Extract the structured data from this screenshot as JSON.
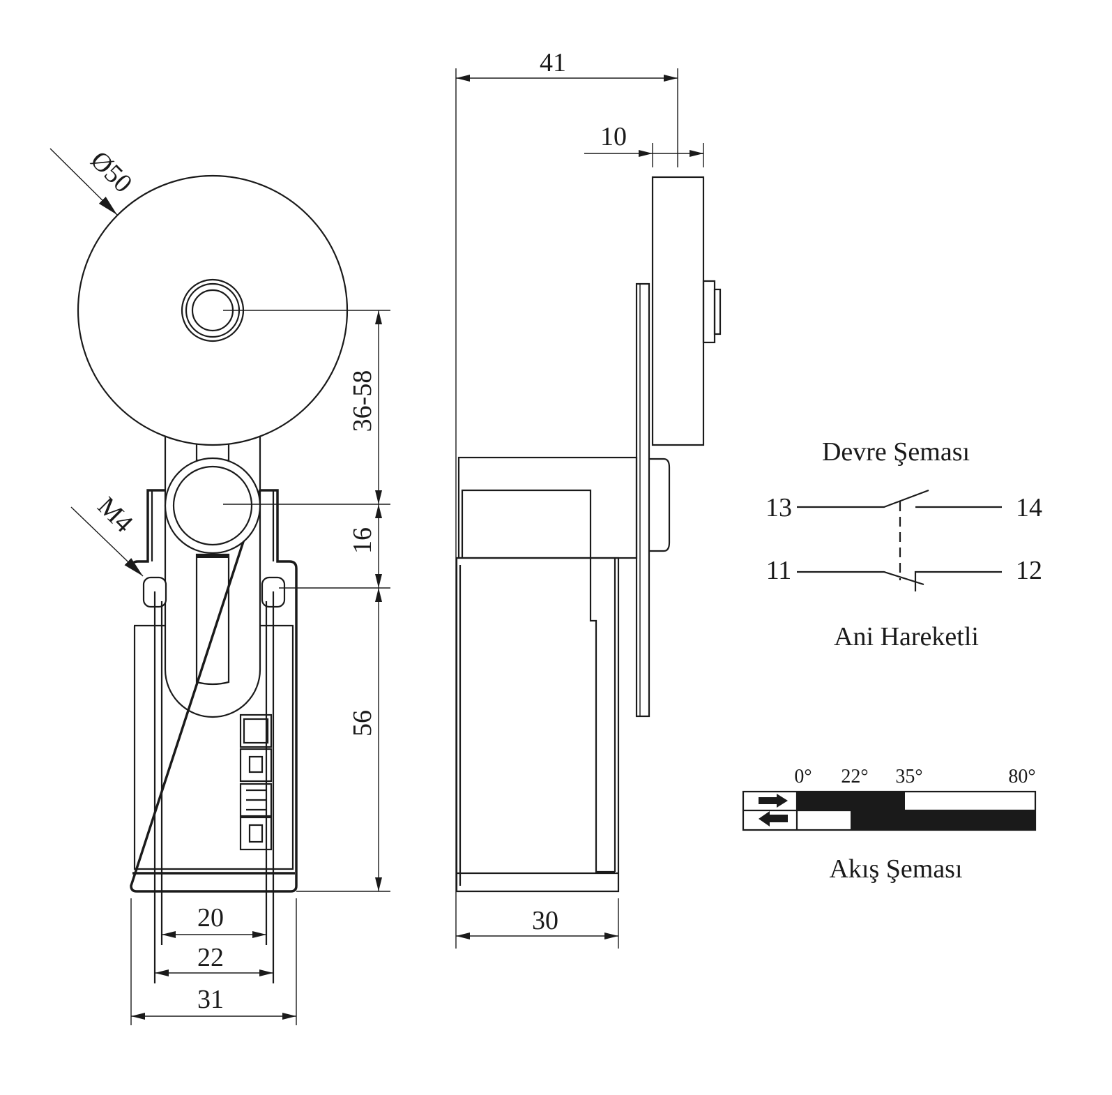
{
  "dimensions": {
    "wheel_diameter": "Ø50",
    "lever_length": "36-58",
    "roller_offset": "16",
    "body_height": "56",
    "mount_thread": "M4",
    "hole_spacing_inner": "20",
    "hole_spacing_outer": "22",
    "body_width": "31",
    "total_depth": "41",
    "wheel_thickness": "10",
    "body_depth": "30"
  },
  "circuit": {
    "title": "Devre Şeması",
    "terminals": [
      "13",
      "14",
      "11",
      "12"
    ],
    "subtitle": "Ani Hareketli"
  },
  "flow": {
    "title": "Akış Şeması",
    "angles": [
      "0°",
      "22°",
      "35°",
      "80°"
    ],
    "forward_closed_range_deg": [
      0,
      35
    ],
    "return_closed_range_deg": [
      22,
      80
    ]
  },
  "colors": {
    "line": "#1a1a1a",
    "background": "#ffffff"
  }
}
